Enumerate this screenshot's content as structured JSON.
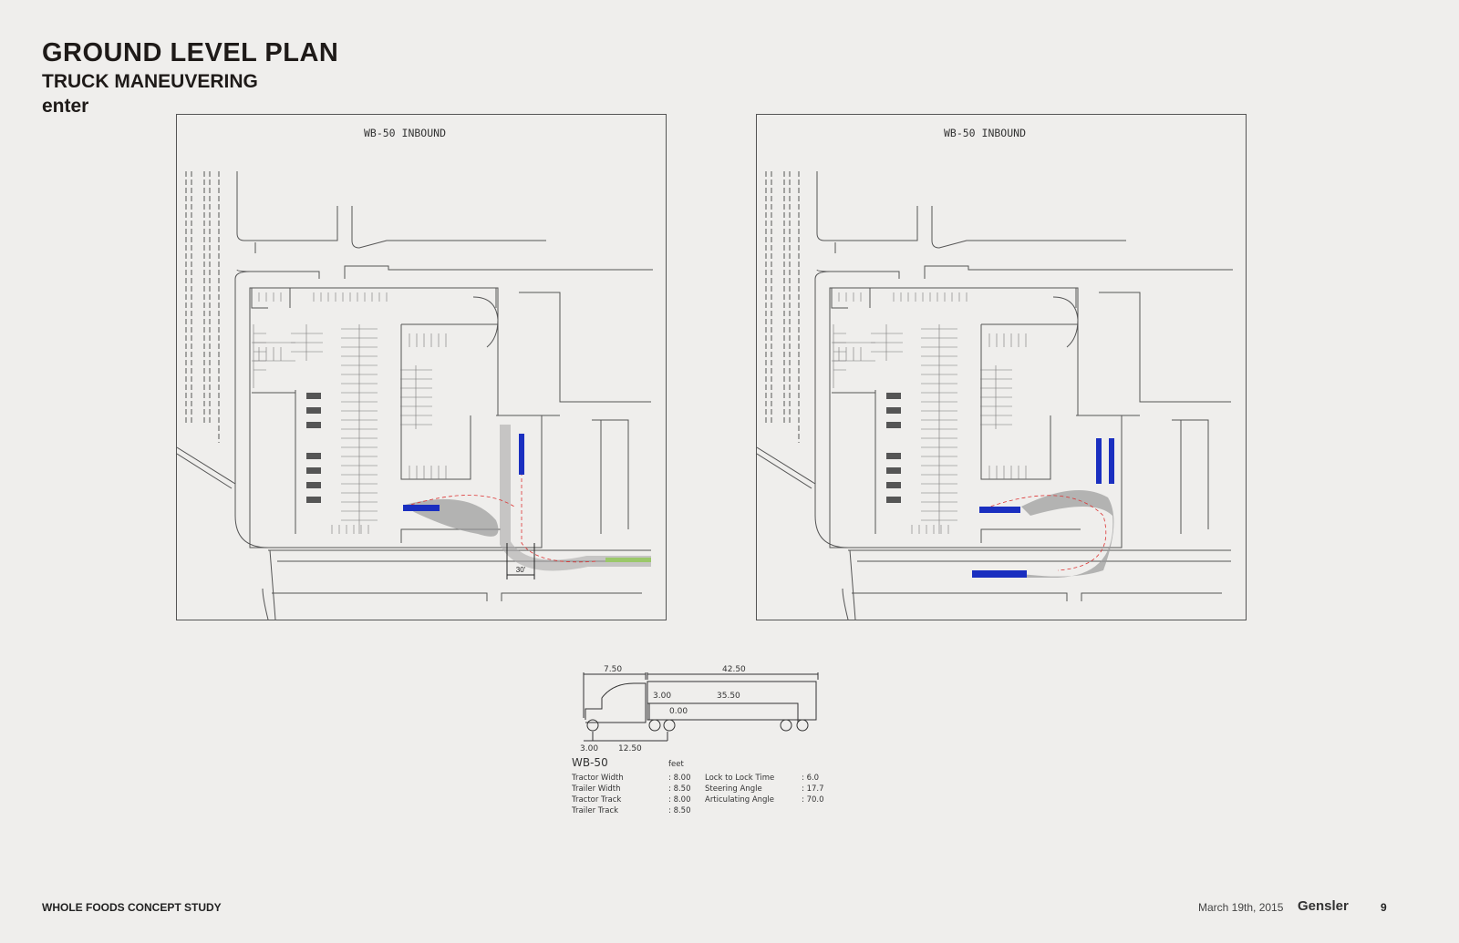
{
  "header": {
    "title": "GROUND LEVEL PLAN",
    "subtitle": "TRUCK MANEUVERING",
    "mode": "enter"
  },
  "panels": [
    {
      "label": "WB-50 INBOUND",
      "turn_dimension": "30'"
    },
    {
      "label": "WB-50 INBOUND"
    }
  ],
  "vehicle": {
    "name": "WB-50",
    "units": "feet",
    "dims": {
      "cab": "7.50",
      "trailer": "42.50",
      "kingpin": "3.00",
      "trailer_axle": "35.50",
      "offset": "0.00",
      "front_overhang": "3.00",
      "wheelbase": "12.50"
    },
    "specs_left": [
      {
        "label": "Tractor Width",
        "value": ": 8.00"
      },
      {
        "label": "Trailer Width",
        "value": ": 8.50"
      },
      {
        "label": "Tractor Track",
        "value": ": 8.00"
      },
      {
        "label": "Trailer Track",
        "value": ": 8.50"
      }
    ],
    "specs_right": [
      {
        "label": "Lock to Lock Time",
        "value": ": 6.0"
      },
      {
        "label": "Steering Angle",
        "value": ": 17.7"
      },
      {
        "label": "Articulating Angle",
        "value": ": 70.0"
      }
    ]
  },
  "footer": {
    "project": "WHOLE FOODS CONCEPT STUDY",
    "date": "March 19th, 2015",
    "brand": "Gensler",
    "page": "9"
  }
}
